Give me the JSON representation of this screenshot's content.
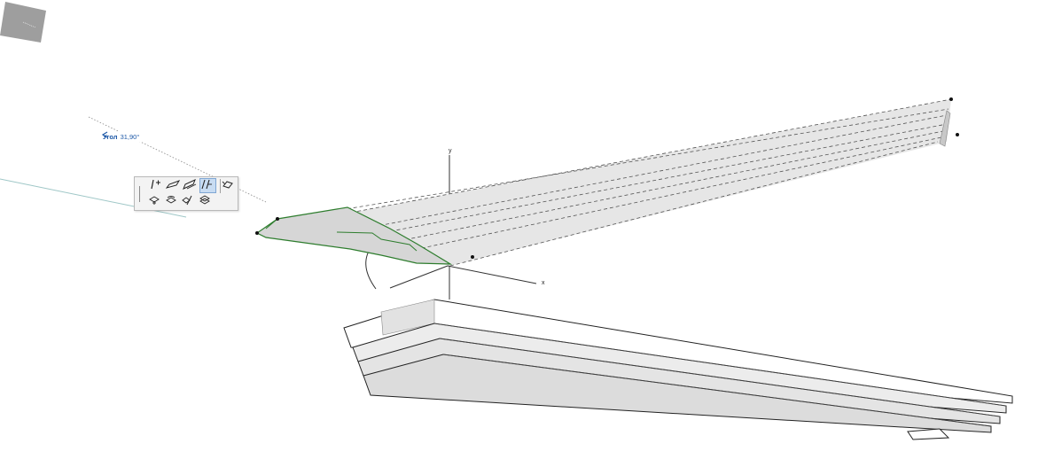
{
  "viewport": {
    "axes": {
      "x_label": "x",
      "y_label": "y"
    },
    "colors": {
      "selection_green": "#2e7d2e",
      "element_fill": "#cfcfcf",
      "feedback_blue": "#1f5aa8",
      "guide_line": "#9fc7c7"
    }
  },
  "tracker": {
    "angle_label": "Угол",
    "angle_value": "31,90°",
    "icon": "arrow-left-icon"
  },
  "pet_palette": {
    "row1": [
      {
        "name": "line-add-icon",
        "active": false
      },
      {
        "name": "offset-edge-icon",
        "active": false
      },
      {
        "name": "offset-all-icon",
        "active": false
      },
      {
        "name": "move-node-icon",
        "active": true
      },
      {
        "name": "stretch-icon",
        "active": false
      }
    ],
    "row2": [
      {
        "name": "move-icon",
        "active": false
      },
      {
        "name": "rotate-icon",
        "active": false
      },
      {
        "name": "mirror-icon",
        "active": false
      },
      {
        "name": "elevate-icon",
        "active": false
      }
    ]
  }
}
